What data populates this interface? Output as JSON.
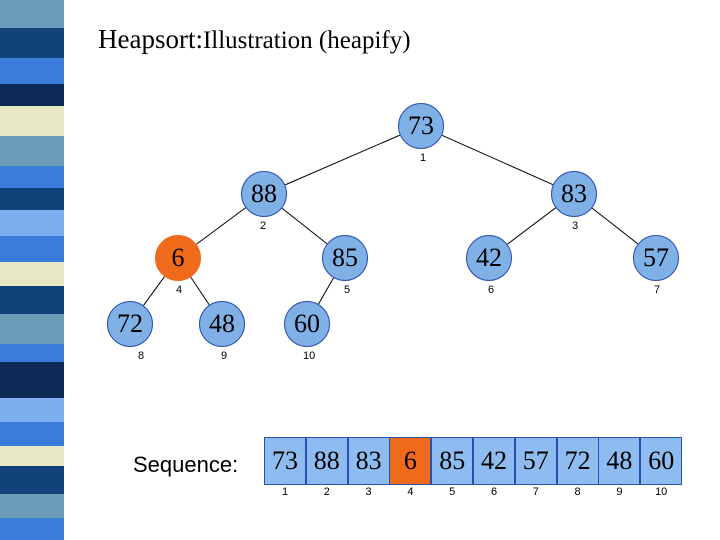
{
  "title": {
    "bold": "Heapsort:",
    "rest": "Illustration (heapify)"
  },
  "colors": {
    "node_fill": "#7fb0e6",
    "highlight": "#f06a1c",
    "cell_fill": "#8fbcf0"
  },
  "tree": {
    "nodes": [
      {
        "value": "73",
        "index": "1"
      },
      {
        "value": "88",
        "index": "2"
      },
      {
        "value": "83",
        "index": "3"
      },
      {
        "value": "6",
        "index": "4",
        "highlight": true
      },
      {
        "value": "85",
        "index": "5"
      },
      {
        "value": "42",
        "index": "6"
      },
      {
        "value": "57",
        "index": "7"
      },
      {
        "value": "72",
        "index": "8"
      },
      {
        "value": "48",
        "index": "9"
      },
      {
        "value": "60",
        "index": "10"
      }
    ]
  },
  "sequence": {
    "label": "Sequence:",
    "cells": [
      {
        "value": "73",
        "index": "1"
      },
      {
        "value": "88",
        "index": "2"
      },
      {
        "value": "83",
        "index": "3"
      },
      {
        "value": "6",
        "index": "4",
        "highlight": true
      },
      {
        "value": "85",
        "index": "5"
      },
      {
        "value": "42",
        "index": "6"
      },
      {
        "value": "57",
        "index": "7"
      },
      {
        "value": "72",
        "index": "8"
      },
      {
        "value": "48",
        "index": "9"
      },
      {
        "value": "60",
        "index": "10"
      }
    ]
  }
}
